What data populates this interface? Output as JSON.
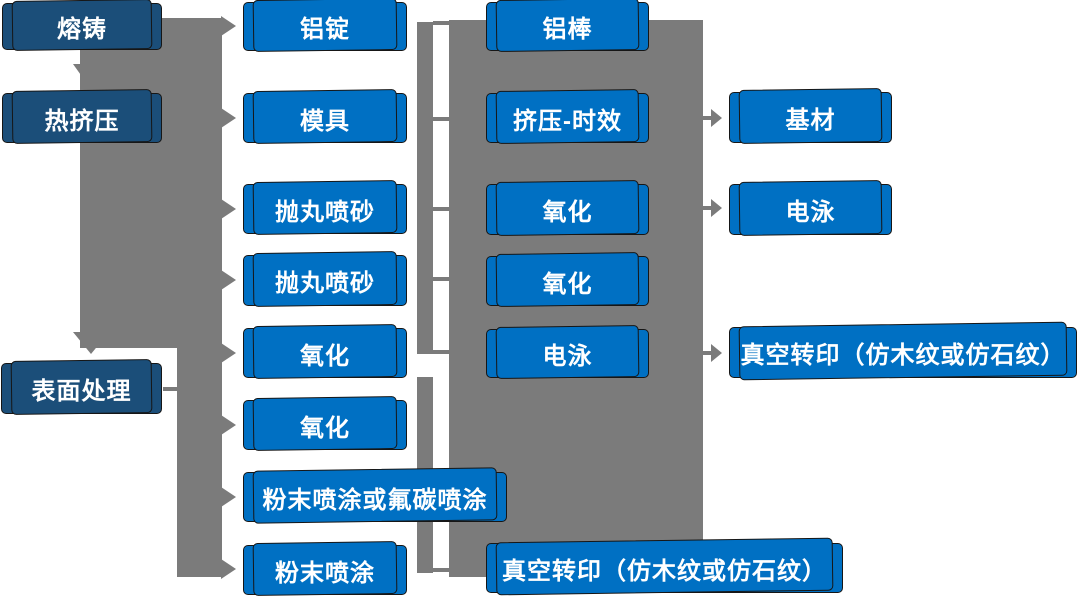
{
  "colors": {
    "box_blue": "#0070C3",
    "box_navy": "#1B4E79",
    "connector_gray": "#7B7B7B",
    "text": "#FFFFFF",
    "background": "#FFFFFF"
  },
  "diagram": {
    "column1": [
      {
        "label": "熔铸"
      },
      {
        "label": "热挤压"
      },
      {
        "label": "表面处理"
      }
    ],
    "column2": [
      {
        "label": "铝锭"
      },
      {
        "label": "模具"
      },
      {
        "label": "抛丸喷砂"
      },
      {
        "label": "抛丸喷砂"
      },
      {
        "label": "氧化"
      },
      {
        "label": "氧化"
      },
      {
        "label": "粉末喷涂或氟碳喷涂"
      },
      {
        "label": "粉末喷涂"
      }
    ],
    "column3": [
      {
        "label": "铝棒"
      },
      {
        "label": "挤压-时效"
      },
      {
        "label": "氧化"
      },
      {
        "label": "氧化"
      },
      {
        "label": "电泳"
      },
      {
        "label": "真空转印（仿木纹或仿石纹）"
      }
    ],
    "column4": [
      {
        "label": "基材"
      },
      {
        "label": "电泳"
      },
      {
        "label": "真空转印（仿木纹或仿石纹）"
      }
    ]
  }
}
